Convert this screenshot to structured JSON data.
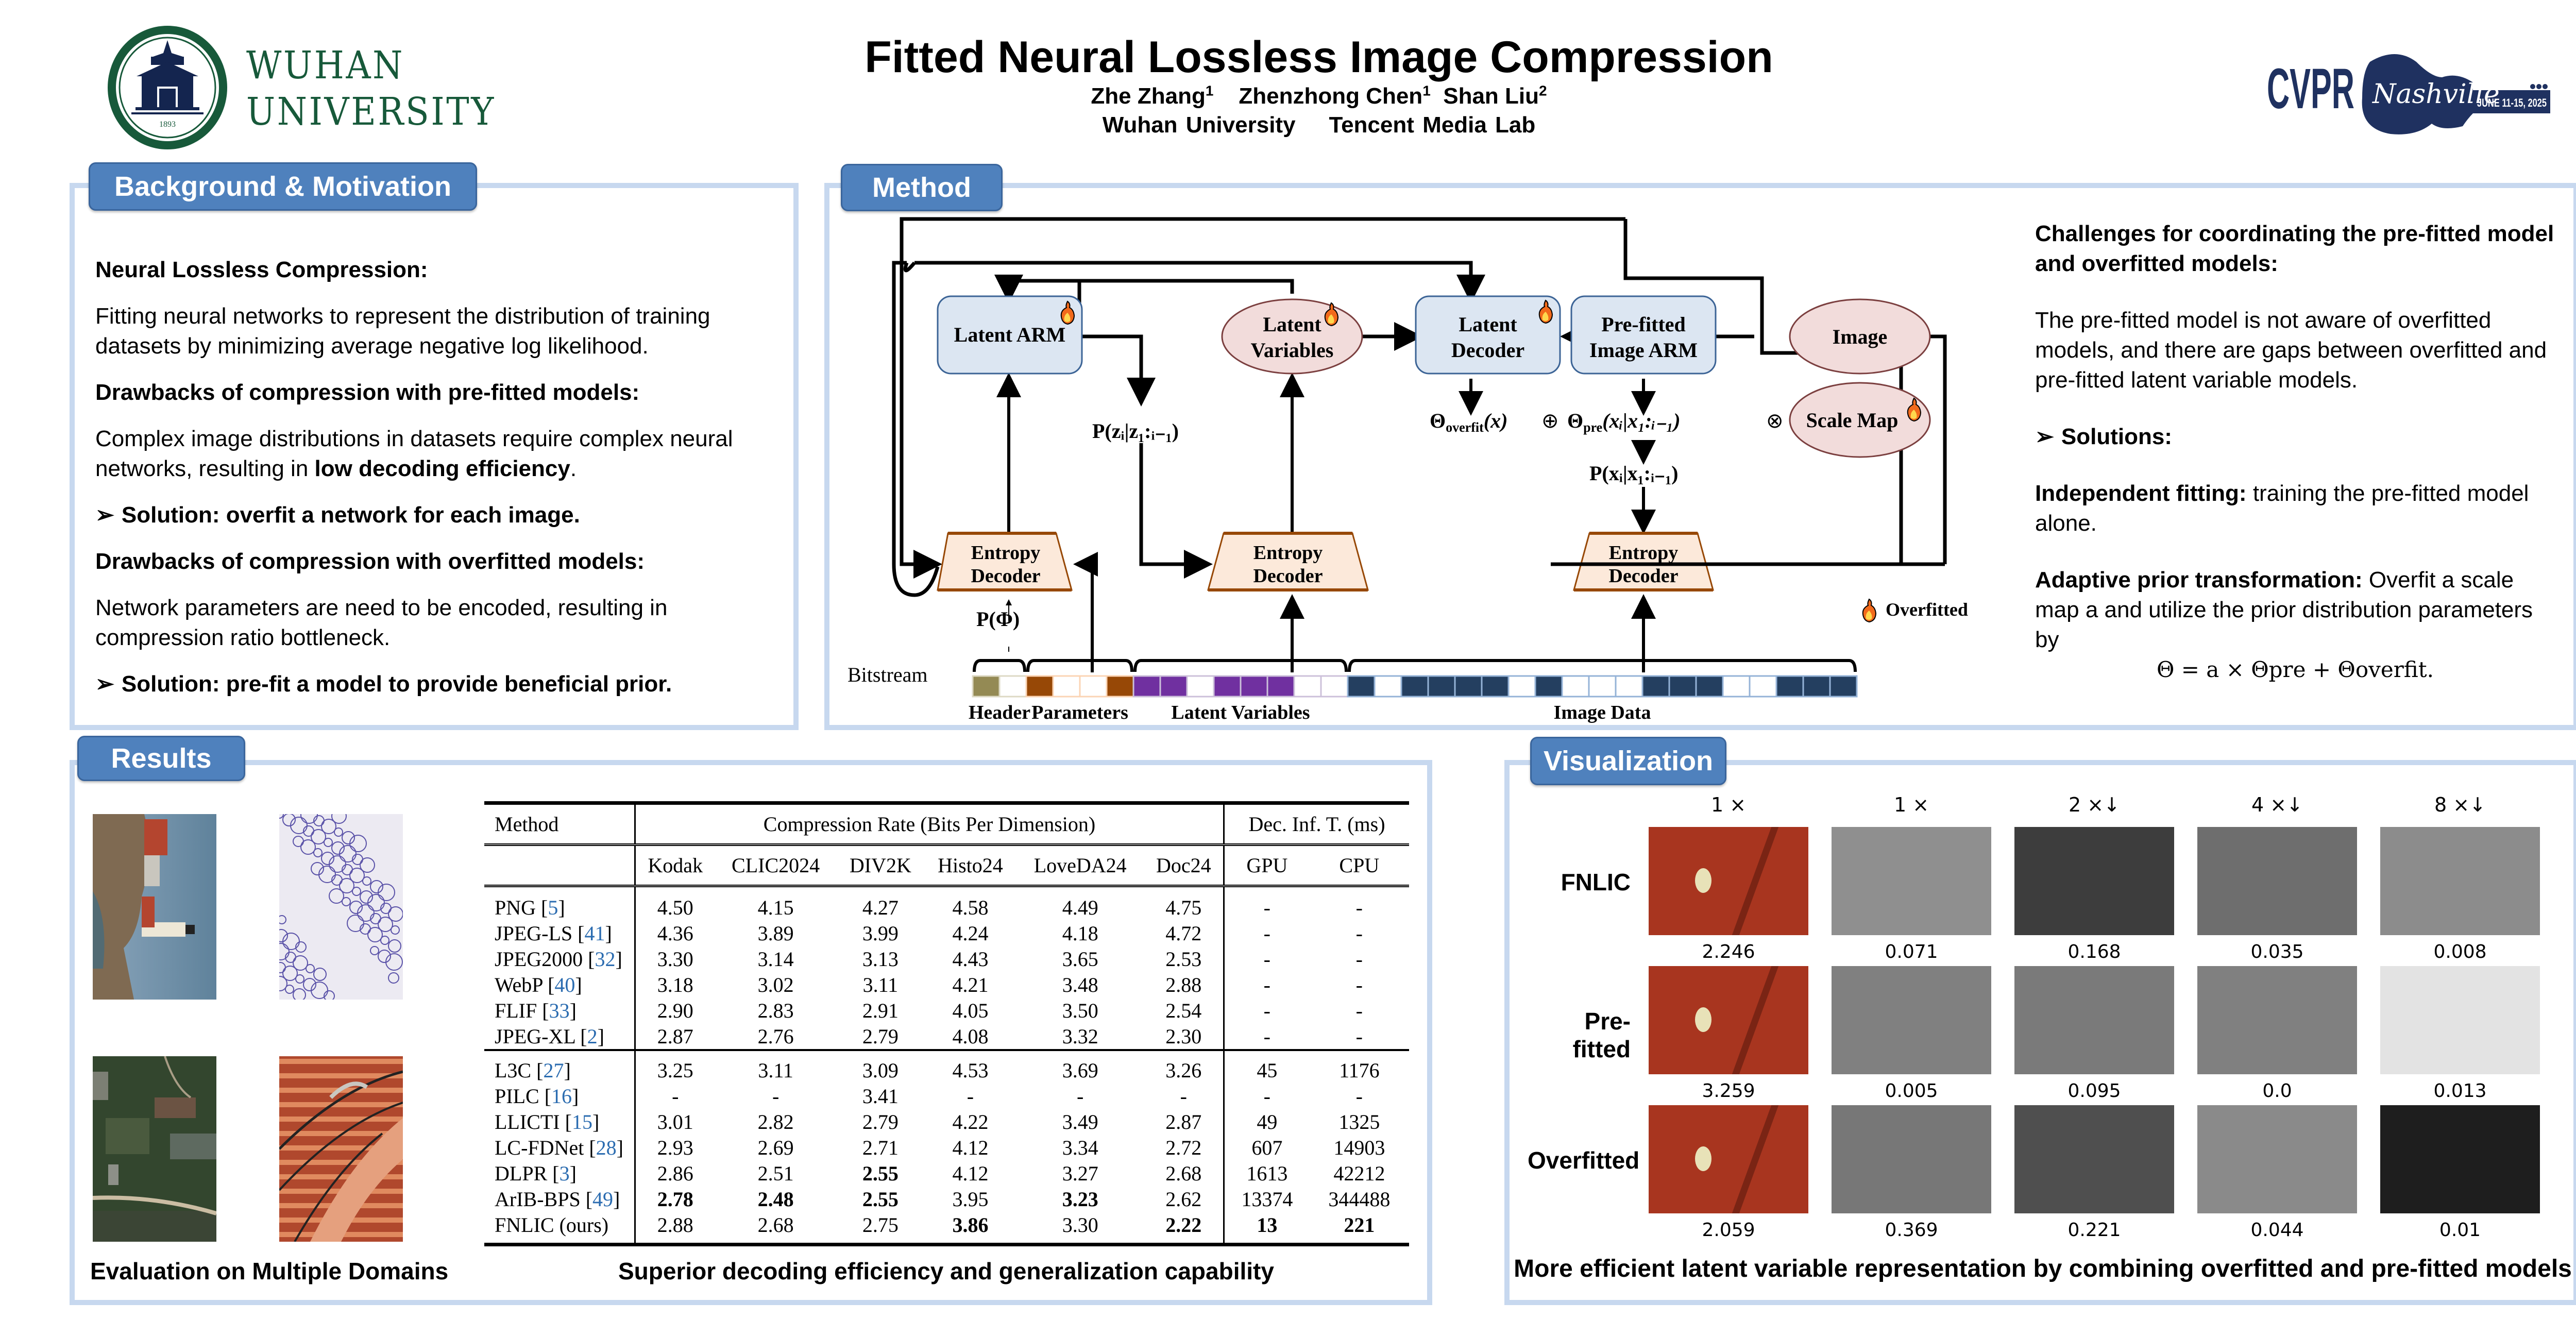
{
  "header": {
    "university_logo": {
      "line1": "WUHAN",
      "line2": "UNIVERSITY",
      "seal_ring_text": "WUHAN UNIVERSITY",
      "seal_year": "1893"
    },
    "title": "Fitted Neural Lossless Image Compression",
    "authors": [
      {
        "name": "Zhe Zhang",
        "affil": "1"
      },
      {
        "name": "Zhenzhong Chen",
        "affil": "1"
      },
      {
        "name": "Shan Liu",
        "affil": "2"
      }
    ],
    "affiliations": [
      "Wuhan University",
      "Tencent Media Lab"
    ],
    "conference_logo": {
      "name": "CVPR",
      "script": "Nashville",
      "dates": "JUNE 11-15, 2025"
    }
  },
  "background": {
    "tab_label": "Background & Motivation",
    "heading1": "Neural Lossless Compression:",
    "text1": "Fitting neural networks to represent the distribution of training datasets by minimizing average negative log likelihood.",
    "heading2": "Drawbacks of compression with pre-fitted models:",
    "text2_prefix": "Complex image distributions in datasets require complex neural networks, resulting in ",
    "text2_bold": "low decoding efficiency",
    "text2_suffix": ".",
    "solution1": "Solution: overfit a network for each image.",
    "heading3": "Drawbacks of compression with overfitted models:",
    "text3": "Network parameters are need to be encoded, resulting in compression ratio bottleneck.",
    "solution2": "Solution: pre-fit a model to provide beneficial prior.",
    "bullet_glyph": "➢"
  },
  "method": {
    "tab_label": "Method",
    "diagram": {
      "latent_arm": "Latent ARM",
      "latent_variables_1": "Latent",
      "latent_variables_2": "Variables",
      "latent_decoder_1": "Latent",
      "latent_decoder_2": "Decoder",
      "prefitted_arm_1": "Pre-fitted",
      "prefitted_arm_2": "Image ARM",
      "image": "Image",
      "scale_map": "Scale Map",
      "entropy_decoder_1": "Entropy",
      "entropy_decoder_2": "Decoder",
      "p_z": "P(zᵢ|z₁:ᵢ₋₁)",
      "p_phi": "P(Φ)",
      "theta_overfit": "Θ",
      "theta_overfit_sub": "overfit",
      "theta_overfit_arg": "(x)",
      "oplus": "⊕",
      "theta_pre": "Θ",
      "theta_pre_sub": "pre",
      "theta_pre_arg": "(xᵢ|x₁:ᵢ₋₁)",
      "otimes": "⊗",
      "p_x": "P(xᵢ|x₁:ᵢ₋₁)",
      "bitstream": "Bitstream",
      "segment_labels": [
        "Header",
        "Parameters",
        "Latent Variables",
        "Image Data"
      ],
      "legend_overfitted": "Overfitted",
      "bitstream_cells": {
        "header": [
          "#948a54",
          "#ffffff"
        ],
        "parameters": [
          "#974806",
          "#ffffff",
          "#ffffff",
          "#974806"
        ],
        "latent": [
          "#7030a0",
          "#7030a0",
          "#ffffff",
          "#7030a0",
          "#7030a0",
          "#7030a0",
          "#ffffff",
          "#ffffff"
        ],
        "image": [
          "#243f60",
          "#ffffff",
          "#243f60",
          "#243f60",
          "#243f60",
          "#243f60",
          "#ffffff",
          "#243f60",
          "#ffffff",
          "#ffffff",
          "#ffffff",
          "#243f60",
          "#243f60",
          "#243f60",
          "#ffffff",
          "#ffffff",
          "#243f60",
          "#243f60",
          "#243f60"
        ]
      }
    },
    "challenge_heading": "Challenges for coordinating the pre-fitted model and overfitted models:",
    "challenge_text": "The pre-fitted model is not aware of overfitted models, and there are gaps between overfitted and pre-fitted latent variable models.",
    "solutions_label": "Solutions:",
    "independent_label": "Independent fitting:",
    "independent_text": " training the pre-fitted model alone.",
    "adaptive_label": "Adaptive prior transformation:",
    "adaptive_text": " Overfit a scale map a and utilize the prior distribution parameters by",
    "formula": "Θ = a × Θpre + Θoverfit."
  },
  "results": {
    "tab_label": "Results",
    "domains_caption": "Evaluation on Multiple Domains",
    "table_caption": "Superior decoding efficiency and generalization capability",
    "table": {
      "col_method": "Method",
      "group_rate": "Compression Rate (Bits Per Dimension)",
      "group_time": "Dec. Inf. T. (ms)",
      "rate_columns": [
        "Kodak",
        "CLIC2024",
        "DIV2K",
        "Histo24",
        "LoveDA24",
        "Doc24"
      ],
      "time_columns": [
        "GPU",
        "CPU"
      ],
      "traditional": [
        {
          "method": "PNG",
          "ref": "5",
          "values": [
            "4.50",
            "4.15",
            "4.27",
            "4.58",
            "4.49",
            "4.75",
            "-",
            "-"
          ],
          "bold": []
        },
        {
          "method": "JPEG-LS",
          "ref": "41",
          "values": [
            "4.36",
            "3.89",
            "3.99",
            "4.24",
            "4.18",
            "4.72",
            "-",
            "-"
          ],
          "bold": []
        },
        {
          "method": "JPEG2000",
          "ref": "32",
          "values": [
            "3.30",
            "3.14",
            "3.13",
            "4.43",
            "3.65",
            "2.53",
            "-",
            "-"
          ],
          "bold": []
        },
        {
          "method": "WebP",
          "ref": "40",
          "values": [
            "3.18",
            "3.02",
            "3.11",
            "4.21",
            "3.48",
            "2.88",
            "-",
            "-"
          ],
          "bold": []
        },
        {
          "method": "FLIF",
          "ref": "33",
          "values": [
            "2.90",
            "2.83",
            "2.91",
            "4.05",
            "3.50",
            "2.54",
            "-",
            "-"
          ],
          "bold": []
        },
        {
          "method": "JPEG-XL",
          "ref": "2",
          "values": [
            "2.87",
            "2.76",
            "2.79",
            "4.08",
            "3.32",
            "2.30",
            "-",
            "-"
          ],
          "bold": []
        }
      ],
      "learned": [
        {
          "method": "L3C",
          "ref": "27",
          "values": [
            "3.25",
            "3.11",
            "3.09",
            "4.53",
            "3.69",
            "3.26",
            "45",
            "1176"
          ],
          "bold": []
        },
        {
          "method": "PILC",
          "ref": "16",
          "values": [
            "-",
            "-",
            "3.41",
            "-",
            "-",
            "-",
            "-",
            "-"
          ],
          "bold": []
        },
        {
          "method": "LLICTI",
          "ref": "15",
          "values": [
            "3.01",
            "2.82",
            "2.79",
            "4.22",
            "3.49",
            "2.87",
            "49",
            "1325"
          ],
          "bold": []
        },
        {
          "method": "LC-FDNet",
          "ref": "28",
          "values": [
            "2.93",
            "2.69",
            "2.71",
            "4.12",
            "3.34",
            "2.72",
            "607",
            "14903"
          ],
          "bold": []
        },
        {
          "method": "DLPR",
          "ref": "3",
          "values": [
            "2.86",
            "2.51",
            "2.55",
            "4.12",
            "3.27",
            "2.68",
            "1613",
            "42212"
          ],
          "bold": [
            2
          ]
        },
        {
          "method": "ArIB-BPS",
          "ref": "49",
          "values": [
            "2.78",
            "2.48",
            "2.55",
            "3.95",
            "3.23",
            "2.62",
            "13374",
            "344488"
          ],
          "bold": [
            0,
            1,
            2,
            4
          ]
        },
        {
          "method": "FNLIC (ours)",
          "ref": "",
          "values": [
            "2.88",
            "2.68",
            "2.75",
            "3.86",
            "3.30",
            "2.22",
            "13",
            "221"
          ],
          "bold": [
            3,
            5,
            6,
            7
          ]
        }
      ]
    }
  },
  "visualization": {
    "tab_label": "Visualization",
    "column_headers": [
      "1 ×",
      "1 ×",
      "2 ×↓",
      "4 ×↓",
      "8 ×↓"
    ],
    "rows": [
      {
        "label": "FNLIC",
        "values": [
          "2.246",
          "0.071",
          "0.168",
          "0.035",
          "0.008"
        ]
      },
      {
        "label": "Pre-fitted",
        "values": [
          "3.259",
          "0.005",
          "0.095",
          "0.0",
          "0.013"
        ]
      },
      {
        "label": "Overfitted",
        "values": [
          "2.059",
          "0.369",
          "0.221",
          "0.044",
          "0.01"
        ]
      }
    ],
    "caption": "More efficient latent variable representation by combining overfitted and pre-fitted models"
  }
}
